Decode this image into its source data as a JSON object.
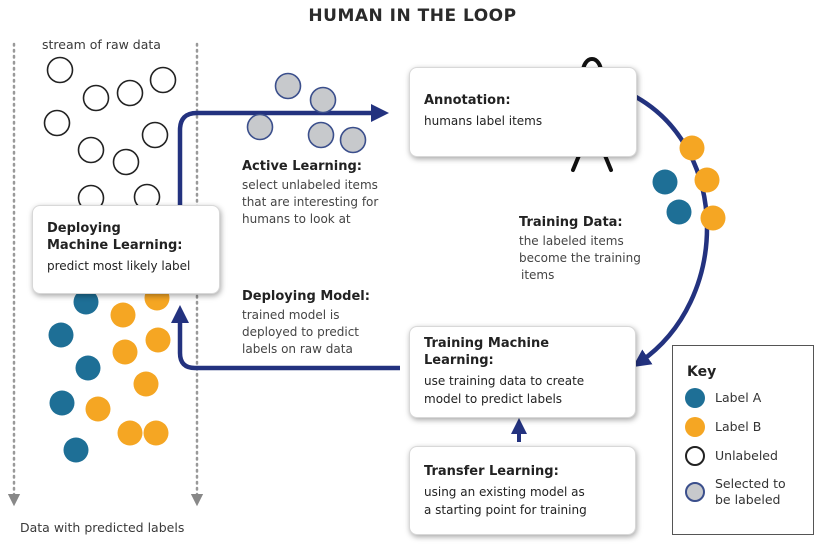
{
  "title": "HUMAN IN THE LOOP",
  "stream_label": "stream of raw data",
  "predicted_label": "Data with predicted labels",
  "colors": {
    "label_a": "#1e6f96",
    "label_b": "#f5a623",
    "unlabeled_fill": "#ffffff",
    "selected_fill": "#c7c9cc",
    "arrow": "#23327f",
    "dotted": "#999999"
  },
  "boxes": {
    "deploying_ml": {
      "heading_1": "Deploying",
      "heading_2": "Machine Learning:",
      "text": "predict most likely label"
    },
    "annotation": {
      "heading": "Annotation:",
      "text": "humans label items"
    },
    "training_ml": {
      "heading_1": "Training Machine",
      "heading_2": "Learning:",
      "text_1": "use training data to create",
      "text_2": "model to predict labels"
    },
    "transfer": {
      "heading": "Transfer Learning:",
      "text_1": "using an existing model as",
      "text_2": "a starting point for training"
    }
  },
  "captions": {
    "active_learning": {
      "heading": "Active Learning:",
      "lines": [
        "select unlabeled items",
        "that are interesting for",
        "humans to look at"
      ]
    },
    "deploying_model": {
      "heading": "Deploying Model:",
      "lines": [
        "trained model is",
        "deployed to predict",
        "labels on raw data"
      ]
    },
    "training_data": {
      "heading": "Training Data:",
      "lines": [
        "the labeled items",
        "become the training",
        "items"
      ]
    }
  },
  "key": {
    "heading": "Key",
    "items": [
      {
        "label": "Label A",
        "type": "label_a"
      },
      {
        "label": "Label B",
        "type": "label_b"
      },
      {
        "label": "Unlabeled",
        "type": "unlabeled"
      },
      {
        "label": "Selected to",
        "label_2": "be labeled",
        "type": "selected"
      }
    ]
  },
  "icons": [
    "stick-figure-icon"
  ]
}
